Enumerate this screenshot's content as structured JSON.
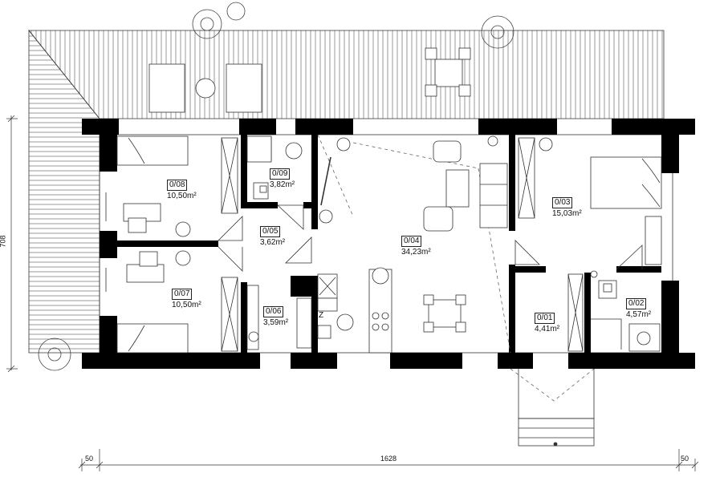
{
  "rooms": [
    {
      "code": "0/08",
      "area": "10,50m²"
    },
    {
      "code": "0/09",
      "area": "3,82m²"
    },
    {
      "code": "0/05",
      "area": "3,62m²"
    },
    {
      "code": "0/04",
      "area": "34,23m²"
    },
    {
      "code": "0/03",
      "area": "15,03m²"
    },
    {
      "code": "0/07",
      "area": "10,50m²"
    },
    {
      "code": "0/06",
      "area": "3,59m²"
    },
    {
      "code": "0/01",
      "area": "4,41m²"
    },
    {
      "code": "0/02",
      "area": "4,57m²"
    }
  ],
  "dimensions": {
    "left_margin": "50",
    "total_width": "1628",
    "right_margin": "50",
    "height": "708"
  },
  "fixture_letter": "Z",
  "colors": {
    "wall": "#000000",
    "line": "#333333",
    "dashed": "#666666"
  }
}
